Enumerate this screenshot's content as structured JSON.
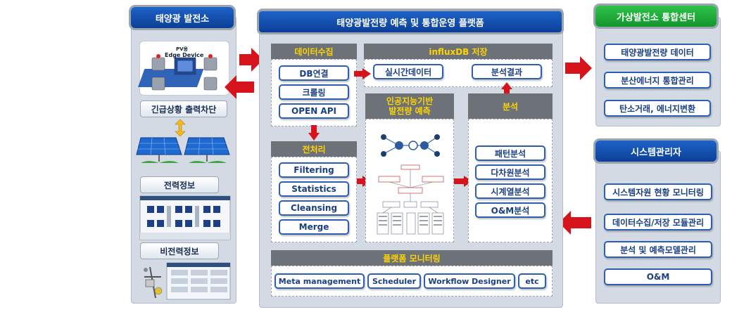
{
  "left": {
    "title": "태양광 발전소",
    "device_label": "PV용",
    "device_sublabel": "Edge Device",
    "emergency_label": "긴급상황 출력차단",
    "power_info_label": "전력정보",
    "nonpower_info_label": "비전력정보"
  },
  "center": {
    "title": "태양광발전량 예측 및 통합운영 플랫폼",
    "collect": {
      "title": "데이터수집",
      "items": [
        "DB연결",
        "크롤링",
        "OPEN API"
      ]
    },
    "influx": {
      "title": "influxDB 저장",
      "items": [
        "실시간데이터",
        "분석결과"
      ]
    },
    "preprocess": {
      "title": "전처리",
      "items": [
        "Filtering",
        "Statistics",
        "Cleansing",
        "Merge"
      ]
    },
    "ai": {
      "title_line1": "인공지능기반",
      "title_line2": "발전량 예측"
    },
    "analysis": {
      "title": "분석",
      "items": [
        "패턴분석",
        "다차원분석",
        "시계열분석",
        "O&M분석"
      ]
    },
    "monitoring": {
      "title": "플랫폼 모니터링",
      "items": [
        "Meta management",
        "Scheduler",
        "Workflow Designer",
        "etc"
      ]
    }
  },
  "right_top": {
    "title": "가상발전소 통합센터",
    "items": [
      "태양광발전량 데이터",
      "분산에너지 통합관리",
      "탄소거래, 에너지변환"
    ]
  },
  "right_bottom": {
    "title": "시스템관리자",
    "items": [
      "시스템자원 현황 모니터링",
      "데이터수집/저장 모듈관리",
      "분석 및 예측모델관리",
      "O&M"
    ]
  },
  "colors": {
    "arrow_red": "#d7141c",
    "pill_blue": "#0b3f97",
    "pill_green": "#12962c",
    "section_header": "#6d7178",
    "header_text": "#ffd400",
    "button_border": "#2c5fb2"
  }
}
